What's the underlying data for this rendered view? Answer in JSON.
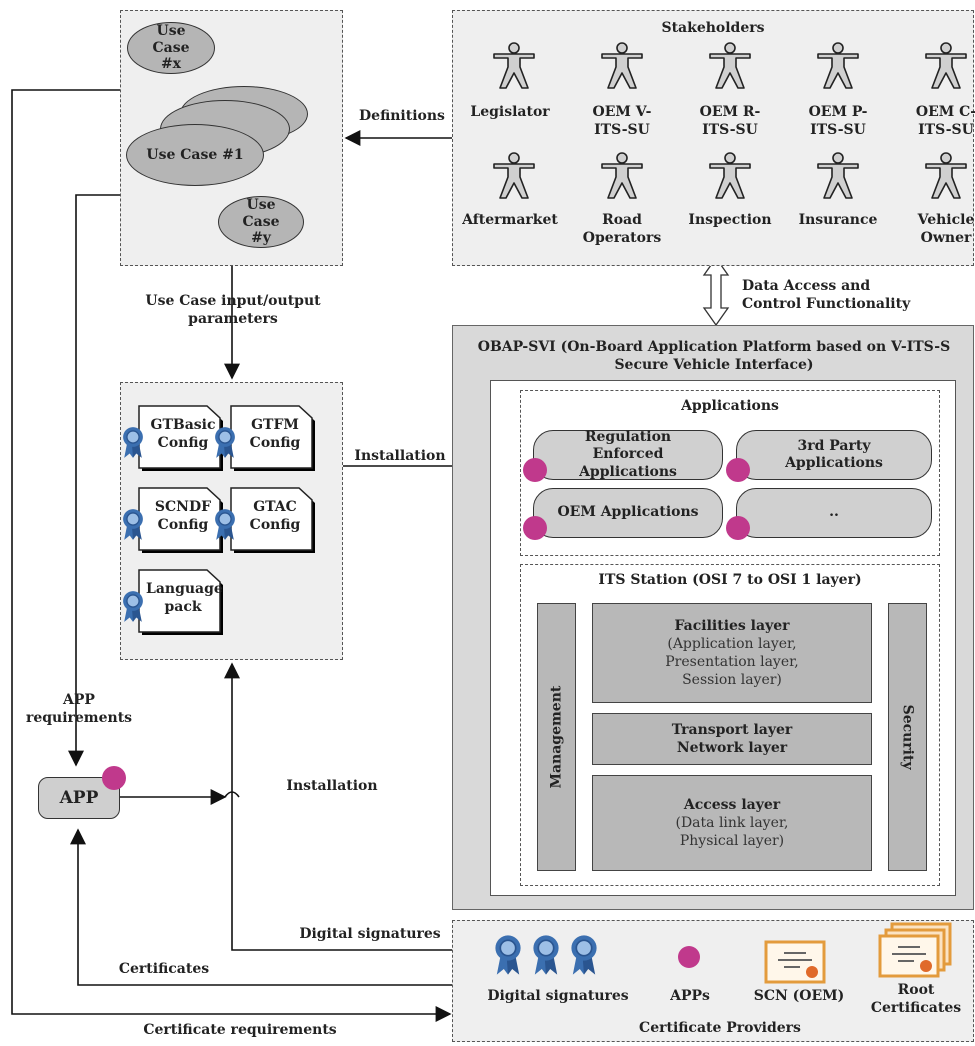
{
  "use_cases": {
    "x": "Use Case #x",
    "one": "Use Case #1",
    "y": "Use Case #y"
  },
  "stakeholders": {
    "title": "Stakeholders",
    "row1": [
      "Legislator",
      "OEM V-ITS-SU",
      "OEM R-ITS-SU",
      "OEM P-ITS-SU",
      "OEM C-ITS-SU"
    ],
    "row2": [
      "Aftermarket",
      "Road Operators",
      "Inspection",
      "Insurance",
      "Vehicle Owner"
    ]
  },
  "labels": {
    "definitions": "Definitions",
    "use_case_io": "Use Case input/output parameters",
    "data_access": "Data Access and Control Functionality",
    "installation_configs": "Installation",
    "installation_app": "Installation",
    "app_requirements": "APP requirements",
    "digital_signatures_arrow": "Digital signatures",
    "certificates_arrow": "Certificates",
    "certificate_requirements": "Certificate requirements"
  },
  "configs": [
    "GTBasic Config",
    "GTFM Config",
    "SCNDF Config",
    "GTAC Config",
    "Language pack"
  ],
  "app": {
    "label": "APP"
  },
  "obap": {
    "title": "OBAP-SVI (On-Board Application Platform based on V-ITS-S Secure Vehicle Interface)",
    "applications_title": "Applications",
    "apps": [
      "Regulation Enforced Applications",
      "3rd Party Applications",
      "OEM Applications",
      ".."
    ],
    "its_title": "ITS Station (OSI 7 to OSI 1 layer)",
    "management": "Management",
    "security": "Security",
    "facilities_title": "Facilities layer",
    "facilities_sub": "(Application layer, Presentation layer, Session layer)",
    "transport": "Transport layer",
    "network": "Network layer",
    "access_title": "Access layer",
    "access_sub": "(Data link layer, Physical layer)"
  },
  "providers": {
    "title": "Certificate Providers",
    "items": [
      "Digital signatures",
      "APPs",
      "SCN (OEM)",
      "Root Certificates"
    ]
  },
  "colors": {
    "lock": "#c0398c",
    "ribbon": "#3b6fb0",
    "certificate": "#e39b3c",
    "panel": "#d9d9d9"
  }
}
